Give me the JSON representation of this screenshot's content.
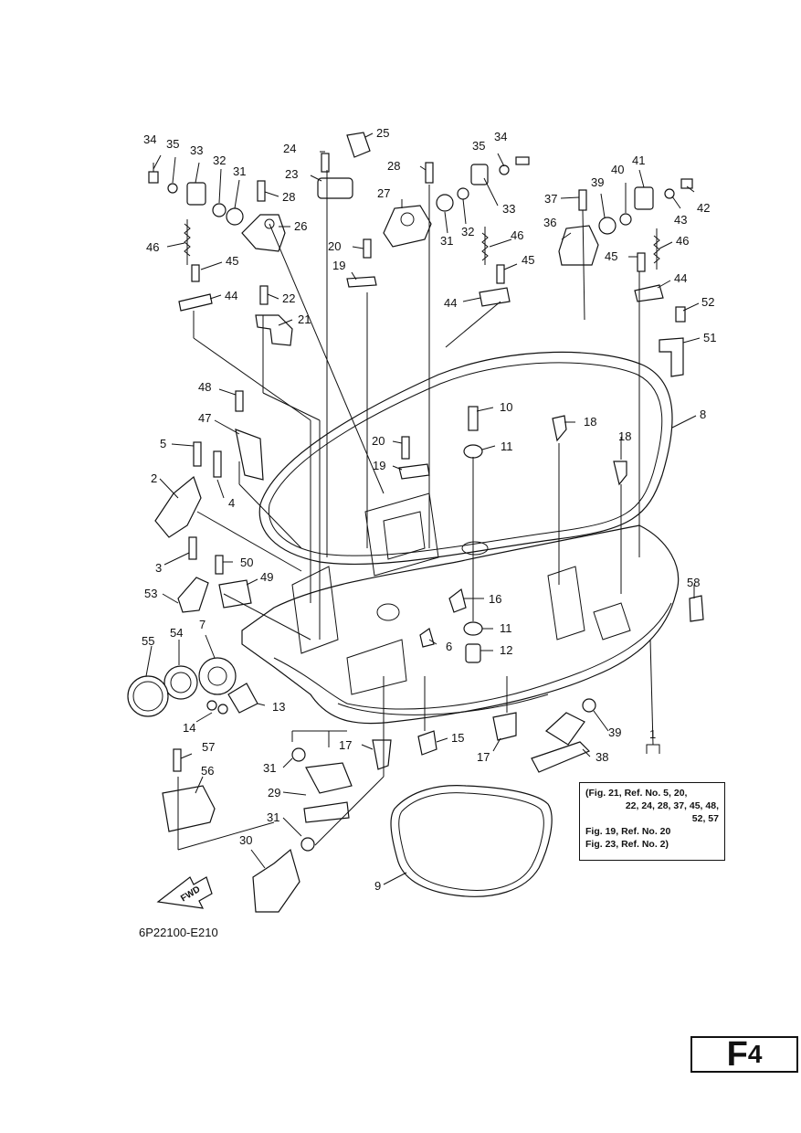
{
  "part_labels": {
    "l34a": "34",
    "l35a": "35",
    "l33a": "33",
    "l32a": "32",
    "l31a": "31",
    "l28a": "28",
    "l24": "24",
    "l25": "25",
    "l23": "23",
    "l26": "26",
    "l46a": "46",
    "l45a": "45",
    "l44a": "44",
    "l22": "22",
    "l21": "21",
    "l34b": "34",
    "l35b": "35",
    "l28b": "28",
    "l27": "27",
    "l33b": "33",
    "l31b": "31",
    "l32b": "32",
    "l46b": "46",
    "l20a": "20",
    "l19a": "19",
    "l45b": "45",
    "l44b": "44",
    "l41": "41",
    "l40": "40",
    "l39a": "39",
    "l37": "37",
    "l42": "42",
    "l43": "43",
    "l36": "36",
    "l46c": "46",
    "l45c": "45",
    "l44c": "44",
    "l52": "52",
    "l51": "51",
    "l48": "48",
    "l47": "47",
    "l10": "10",
    "l18a": "18",
    "l18b": "18",
    "l8": "8",
    "l11a": "11",
    "l20b": "20",
    "l19b": "19",
    "l5": "5",
    "l2": "2",
    "l4": "4",
    "l3": "3",
    "l50": "50",
    "l49": "49",
    "l53": "53",
    "l16": "16",
    "l58": "58",
    "l55": "55",
    "l54": "54",
    "l7": "7",
    "l11b": "11",
    "l6": "6",
    "l12": "12",
    "l13": "13",
    "l14": "14",
    "l15": "15",
    "l39b": "39",
    "l17a": "17",
    "l17b": "17",
    "l1": "1",
    "l38": "38",
    "l31c": "31",
    "l57": "57",
    "l56": "56",
    "l29": "29",
    "l31d": "31",
    "l30": "30",
    "l9": "9"
  },
  "reference_note": {
    "line1": "(Fig. 21, Ref. No. 5, 20,",
    "line2": "22, 24, 28, 37, 45, 48,",
    "line3": "52, 57",
    "line4": "Fig. 19, Ref. No. 20",
    "line5": "Fig. 23, Ref. No. 2)"
  },
  "fwd_label": "FWD",
  "diagram_code": "6P22100-E210",
  "figure_tab": {
    "letter": "F",
    "number": "4"
  }
}
